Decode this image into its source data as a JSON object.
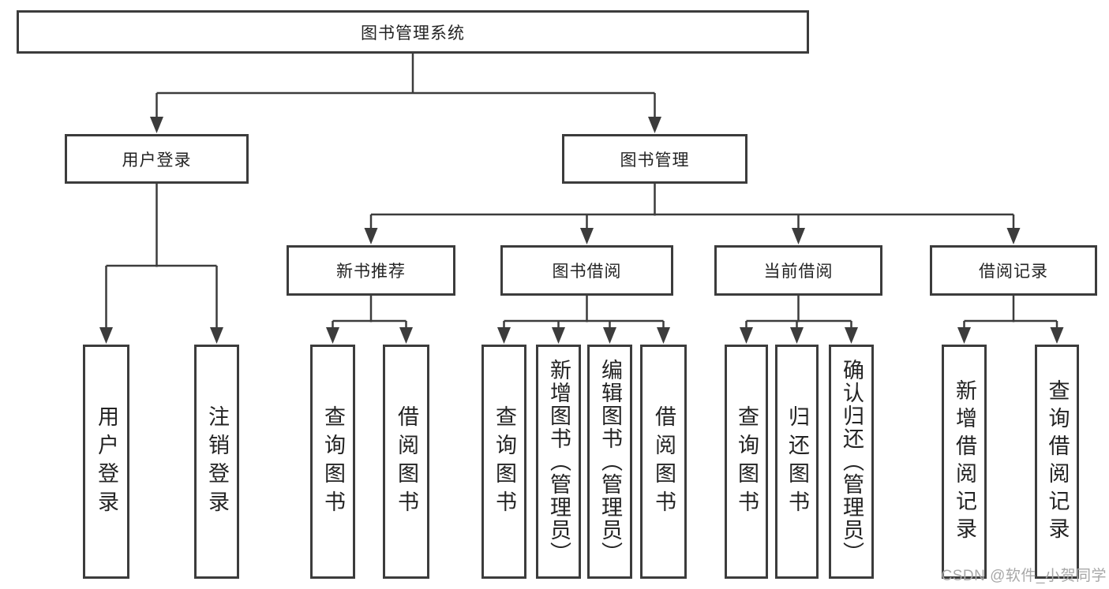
{
  "diagram": {
    "root": {
      "label": "图书管理系统"
    },
    "user_login": {
      "label": "用户登录",
      "children": [
        {
          "label": "用户登录"
        },
        {
          "label": "注销登录"
        }
      ]
    },
    "book_management": {
      "label": "图书管理",
      "groups": [
        {
          "label": "新书推荐",
          "children": [
            {
              "label": "查询图书"
            },
            {
              "label": "借阅图书"
            }
          ]
        },
        {
          "label": "图书借阅",
          "children": [
            {
              "label": "查询图书"
            },
            {
              "label": "新增图书（管理员）"
            },
            {
              "label": "编辑图书（管理员）"
            },
            {
              "label": "借阅图书"
            }
          ]
        },
        {
          "label": "当前借阅",
          "children": [
            {
              "label": "查询图书"
            },
            {
              "label": "归还图书"
            },
            {
              "label": "确认归还（管理员）"
            }
          ]
        },
        {
          "label": "借阅记录",
          "children": [
            {
              "label": "新增借阅记录"
            },
            {
              "label": "查询借阅记录"
            }
          ]
        }
      ]
    }
  },
  "watermark": {
    "text": "CSDN @软件_小贺同学"
  },
  "colors": {
    "line": "#3c3c3c",
    "text": "#232323",
    "watermark": "#a8a8a8"
  }
}
